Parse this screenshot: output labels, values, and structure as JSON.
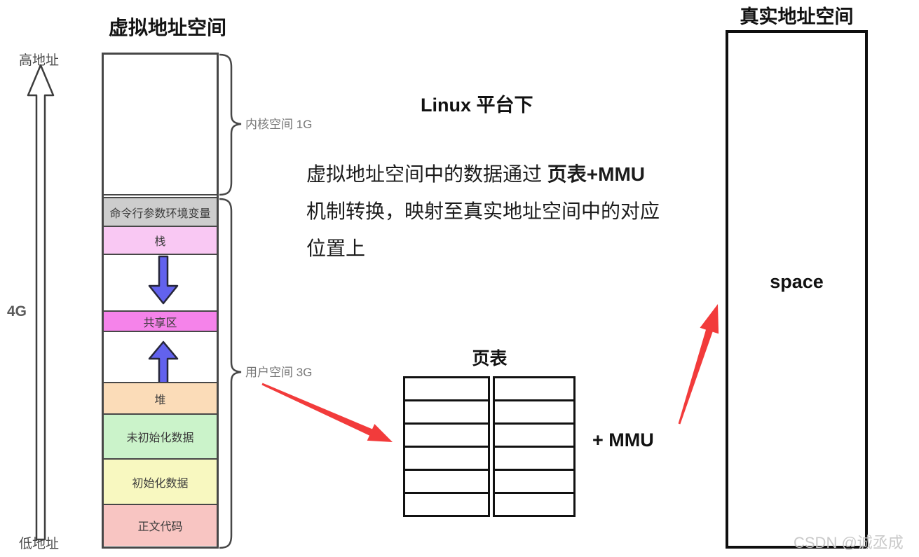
{
  "virtual_space": {
    "title": "虚拟地址空间",
    "axis": {
      "high_label": "高地址",
      "size_label": "4G",
      "low_label": "低地址"
    },
    "braces": {
      "kernel_label": "内核空间 1G",
      "user_label": "用户空间 3G"
    },
    "segments": [
      {
        "name": "kernel-space",
        "label": "",
        "color": "#ffffff",
        "height": 199
      },
      {
        "name": "kernel-user-divider",
        "label": "",
        "color": "#ffffff",
        "height": 6,
        "divider": true
      },
      {
        "name": "cmdline-env",
        "label": "命令行参数环境变量",
        "color": "#cdcdcd",
        "height": 39
      },
      {
        "name": "stack",
        "label": "栈",
        "color": "#f9c8f3",
        "height": 40
      },
      {
        "name": "stack-grow-gap",
        "label": "",
        "color": "#ffffff",
        "height": 81,
        "arrow": "down"
      },
      {
        "name": "shared-area",
        "label": "共享区",
        "color": "#f583ea",
        "height": 29
      },
      {
        "name": "heap-grow-gap",
        "label": "",
        "color": "#ffffff",
        "height": 73,
        "arrow": "up"
      },
      {
        "name": "heap",
        "label": "堆",
        "color": "#fbdcb8",
        "height": 45
      },
      {
        "name": "uninitialized-data",
        "label": "未初始化数据",
        "color": "#cbf3ca",
        "height": 64
      },
      {
        "name": "initialized-data",
        "label": "初始化数据",
        "color": "#f8f8c0",
        "height": 65
      },
      {
        "name": "text-code",
        "label": "正文代码",
        "color": "#f8c5c2",
        "height": 60
      }
    ]
  },
  "center": {
    "platform_title": "Linux 平台下",
    "desc_line1_normal": "虚拟地址空间中的数据通过 ",
    "desc_line1_bold": "页表+MMU",
    "desc_line2": "机制转换，映射至真实地址空间中的对应",
    "desc_line3": "位置上"
  },
  "page_table": {
    "title": "页表",
    "rows": 6,
    "cols": 2,
    "mmu_label": "+ MMU"
  },
  "real_space": {
    "title": "真实地址空间",
    "content": "space"
  },
  "watermark": "CSDN @诚丞成",
  "colors": {
    "red_arrow": "#f23b3b",
    "blue_arrow_fill": "#6262ee",
    "blue_arrow_stroke": "#26263a",
    "box_border": "#474747",
    "table_border": "#111111"
  }
}
